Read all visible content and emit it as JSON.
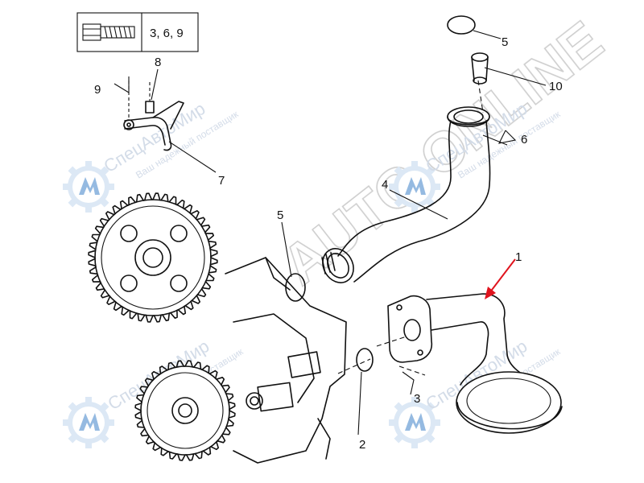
{
  "legend_box": {
    "text": "3, 6, 9",
    "icon": "bolt-icon"
  },
  "callouts": [
    {
      "id": "c1",
      "text": "1"
    },
    {
      "id": "c2",
      "text": "2"
    },
    {
      "id": "c3",
      "text": "3"
    },
    {
      "id": "c4",
      "text": "4"
    },
    {
      "id": "c5a",
      "text": "5"
    },
    {
      "id": "c5b",
      "text": "5"
    },
    {
      "id": "c6",
      "text": "6"
    },
    {
      "id": "c7",
      "text": "7"
    },
    {
      "id": "c8",
      "text": "8"
    },
    {
      "id": "c9",
      "text": "9"
    },
    {
      "id": "c10",
      "text": "10"
    }
  ],
  "watermark": {
    "big_text": "AUTO ONLINE",
    "brand": "СпецАвтоМир",
    "tagline": "Ваш надежный поставщик",
    "logo_icon": "gear-logo-icon"
  },
  "colors": {
    "arrow": "#e0141e",
    "watermark_blue": "#2f76c0",
    "watermark_gray": "#bdbdbd"
  }
}
